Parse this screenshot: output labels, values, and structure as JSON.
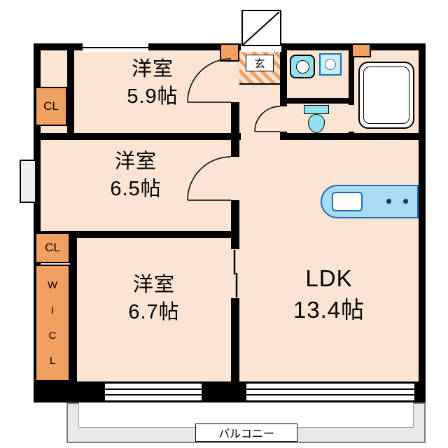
{
  "floorplan": {
    "rooms": [
      {
        "name": "洋室",
        "size": "5.9帖"
      },
      {
        "name": "洋室",
        "size": "6.5帖"
      },
      {
        "name": "洋室",
        "size": "6.7帖"
      },
      {
        "name": "LDK",
        "size": "13.4帖"
      }
    ],
    "closets": {
      "cl1": "CL",
      "cl2": "CL",
      "wicl": [
        "W",
        "I",
        "C",
        "L"
      ]
    },
    "entrance_label": "玄",
    "balcony_label": "バルコニー",
    "colors": {
      "wall": "#000000",
      "floor": "#fce4d2",
      "closet_orange": "#f0a060",
      "fixture_cyan": "#8fe3ef",
      "counter_blue_fill": "#a8dcf2",
      "counter_blue_border": "#1f6fb5"
    }
  }
}
